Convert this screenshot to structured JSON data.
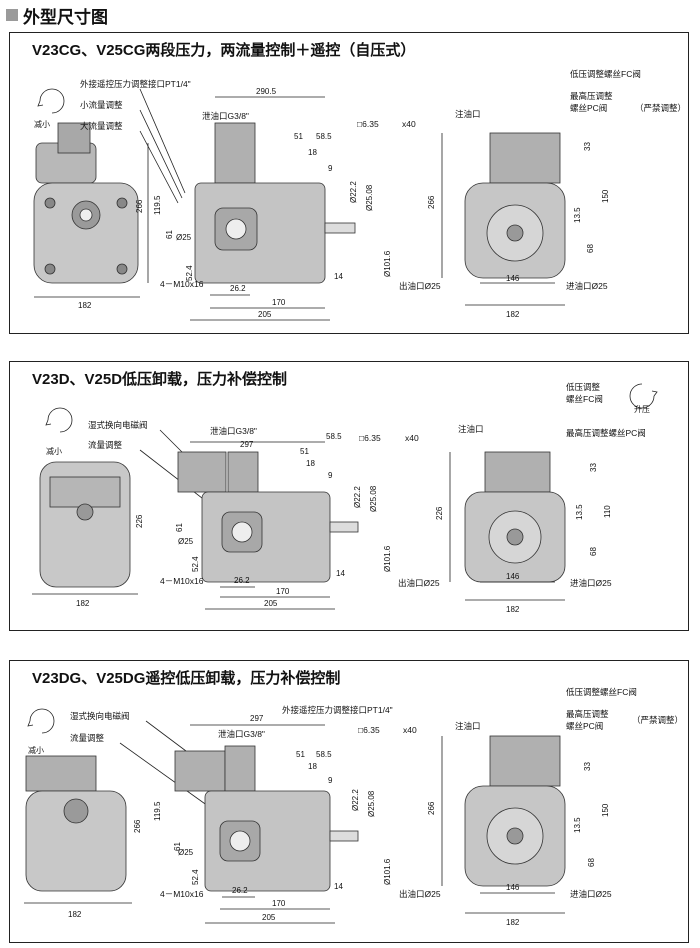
{
  "header": {
    "title": "外型尺寸图"
  },
  "panels": [
    {
      "title": "V23CG、V25CG两段压力，两流量控制＋遥控（自压式）",
      "rotation": "减小",
      "labels": {
        "l1": "外接遥控压力调整接口PT1/4\"",
        "l2": "小流量调整",
        "l3": "大流量调整",
        "drain": "泄油口G3/8\"",
        "inlet_port": "注油口",
        "low_adj": "低压调整螺丝FC阀",
        "max_adj": "最高压调整",
        "max_adj2": "螺丝PC阀",
        "forbid": "（严禁调整）",
        "out": "出油口Ø25",
        "in": "进油口Ø25",
        "bolt": "4－M10x16",
        "shaft_key": "□6.35",
        "shaft_key_len": "x40"
      },
      "dims": {
        "w182": "182",
        "w290": "290.5",
        "w51": "51",
        "w58": "58.5",
        "w18": "18",
        "w9": "9",
        "d22": "Ø22.2",
        "d25": "Ø25.08",
        "d101": "Ø101.6",
        "h266": "266",
        "h119": "119.5",
        "h61": "61",
        "h524": "52.4",
        "phi25": "Ø25",
        "w262": "26.2",
        "w170": "170",
        "w205": "205",
        "w14": "14",
        "h266b": "266",
        "h33": "33",
        "h150": "150",
        "h135": "13.5",
        "h68": "68",
        "w146": "146",
        "w182b": "182"
      }
    },
    {
      "title": "V23D、V25D低压卸载，压力补偿控制",
      "rotation": "减小",
      "rotation2": "升压",
      "labels": {
        "l1": "湿式换向电磁阀",
        "l2": "流量调整",
        "drain": "泄油口G3/8\"",
        "inlet_port": "注油口",
        "low_adj": "低压调整",
        "low_adj2": "螺丝FC阀",
        "max_adj": "最高压调整螺丝PC阀",
        "out": "出油口Ø25",
        "in": "进油口Ø25",
        "bolt": "4－M10x16",
        "shaft_key": "□6.35",
        "shaft_key_len": "x40"
      },
      "dims": {
        "w182": "182",
        "w297": "297",
        "w58": "58.5",
        "w51": "51",
        "w18": "18",
        "w9": "9",
        "d22": "Ø22.2",
        "d25": "Ø25.08",
        "d101": "Ø101.6",
        "h226": "226",
        "h61": "61",
        "h524": "52.4",
        "phi25": "Ø25",
        "w262": "26.2",
        "w170": "170",
        "w205": "205",
        "w14": "14",
        "h226b": "226",
        "h33": "33",
        "h110": "110",
        "h135": "13.5",
        "h68": "68",
        "w146": "146",
        "w182b": "182"
      }
    },
    {
      "title": "V23DG、V25DG遥控低压卸载，压力补偿控制",
      "rotation": "减小",
      "labels": {
        "l1": "湿式换向电磁阀",
        "l2": "流量调整",
        "l3": "外接遥控压力调整接口PT1/4\"",
        "drain": "泄油口G3/8\"",
        "inlet_port": "注油口",
        "low_adj": "低压调整螺丝FC阀",
        "max_adj": "最高压调整",
        "max_adj2": "螺丝PC阀",
        "forbid": "（严禁调整）",
        "out": "出油口Ø25",
        "in": "进油口Ø25",
        "bolt": "4－M10x16",
        "shaft_key": "□6.35",
        "shaft_key_len": "x40"
      },
      "dims": {
        "w182": "182",
        "w297": "297",
        "w51": "51",
        "w58": "58.5",
        "w18": "18",
        "w9": "9",
        "d22": "Ø22.2",
        "d25": "Ø25.08",
        "d101": "Ø101.6",
        "h266": "266",
        "h119": "119.5",
        "h61": "61",
        "h524": "52.4",
        "phi25": "Ø25",
        "w262": "26.2",
        "w170": "170",
        "w205": "205",
        "w14": "14",
        "h266b": "266",
        "h33": "33",
        "h150": "150",
        "h135": "13.5",
        "h68": "68",
        "w146": "146",
        "w182b": "182"
      }
    }
  ]
}
